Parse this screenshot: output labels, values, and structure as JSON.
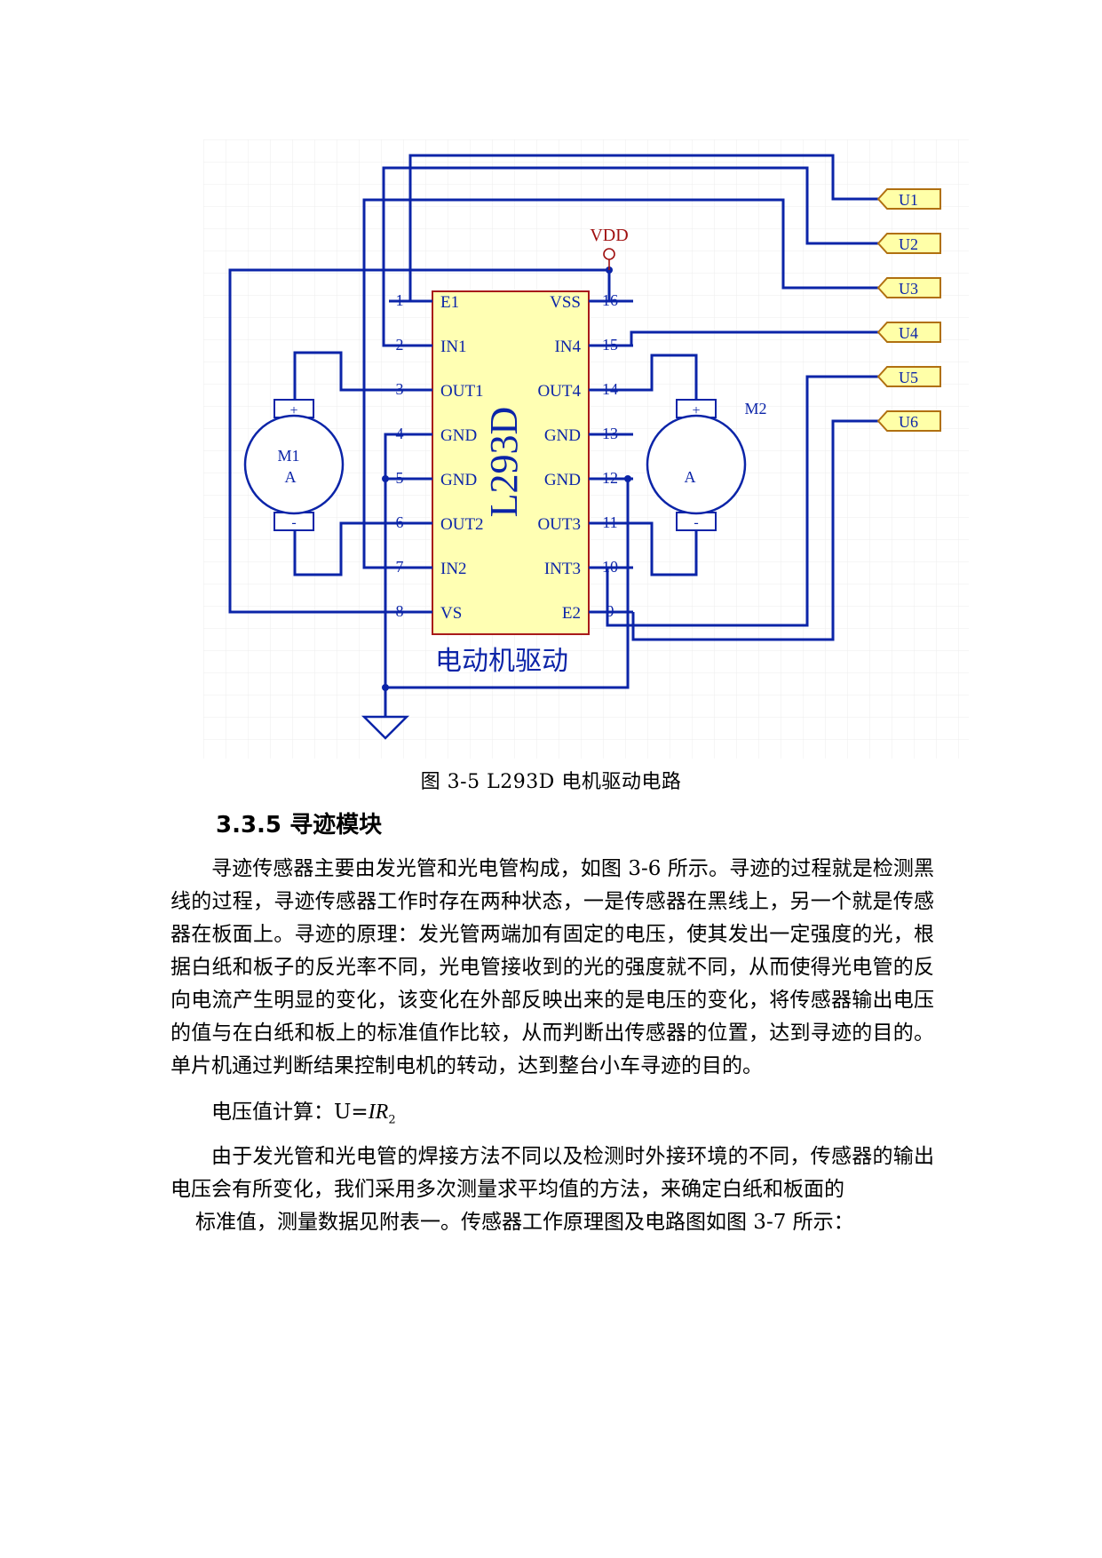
{
  "figure": {
    "chip": {
      "name": "L293D",
      "left_pins": [
        {
          "num": "1",
          "label": "E1"
        },
        {
          "num": "2",
          "label": "IN1"
        },
        {
          "num": "3",
          "label": "OUT1"
        },
        {
          "num": "4",
          "label": "GND"
        },
        {
          "num": "5",
          "label": "GND"
        },
        {
          "num": "6",
          "label": "OUT2"
        },
        {
          "num": "7",
          "label": "IN2"
        },
        {
          "num": "8",
          "label": "VS"
        }
      ],
      "right_pins": [
        {
          "num": "16",
          "label": "VSS"
        },
        {
          "num": "15",
          "label": "IN4"
        },
        {
          "num": "14",
          "label": "OUT4"
        },
        {
          "num": "13",
          "label": "GND"
        },
        {
          "num": "12",
          "label": "GND"
        },
        {
          "num": "11",
          "label": "OUT3"
        },
        {
          "num": "10",
          "label": "INT3"
        },
        {
          "num": "9",
          "label": "E2"
        }
      ]
    },
    "vdd_label": "VDD",
    "net_ports": [
      "U1",
      "U2",
      "U3",
      "U4",
      "U5",
      "U6"
    ],
    "motor1": {
      "name": "M1",
      "type": "A",
      "plus": "+",
      "minus": "-"
    },
    "motor2": {
      "name": "M2",
      "type": "A",
      "plus": "+",
      "minus": "-"
    },
    "block_title": "电动机驱动",
    "colors": {
      "wire": "#0b24a8",
      "chip_fill": "#ffffb3",
      "chip_border": "#a81a1a",
      "vdd": "#a01010",
      "port_fill": "#ffffa8",
      "port_border": "#b07010",
      "grid": "#ececec"
    }
  },
  "caption": "图 3-5 L293D 电机驱动电路",
  "section_heading": "3.3.5 寻迹模块",
  "paragraph1": "寻迹传感器主要由发光管和光电管构成，如图 3-6 所示。寻迹的过程就是检测黑线的过程，寻迹传感器工作时存在两种状态，一是传感器在黑线上，另一个就是传感器在板面上。寻迹的原理：发光管两端加有固定的电压，使其发出一定强度的光，根据白纸和板子的反光率不同，光电管接收到的光的强度就不同，从而使得光电管的反向电流产生明显的变化，该变化在外部反映出来的是电压的变化，将传感器输出电压的值与在白纸和板上的标准值作比较，从而判断出传感器的位置，达到寻迹的目的。单片机通过判断结果控制电机的转动，达到整台小车寻迹的目的。",
  "formula": {
    "prefix": "电压值计算：U=",
    "expr": "IR",
    "sub": "2"
  },
  "paragraph2_main": "由于发光管和光电管的焊接方法不同以及检测时外接环境的不同，传感器的输出电压会有所变化，我们采用多次测量求平均值的方法，来确定白纸和板面的",
  "paragraph2_last": "标准值，测量数据见附表一。传感器工作原理图及电路图如图 3-7 所示："
}
